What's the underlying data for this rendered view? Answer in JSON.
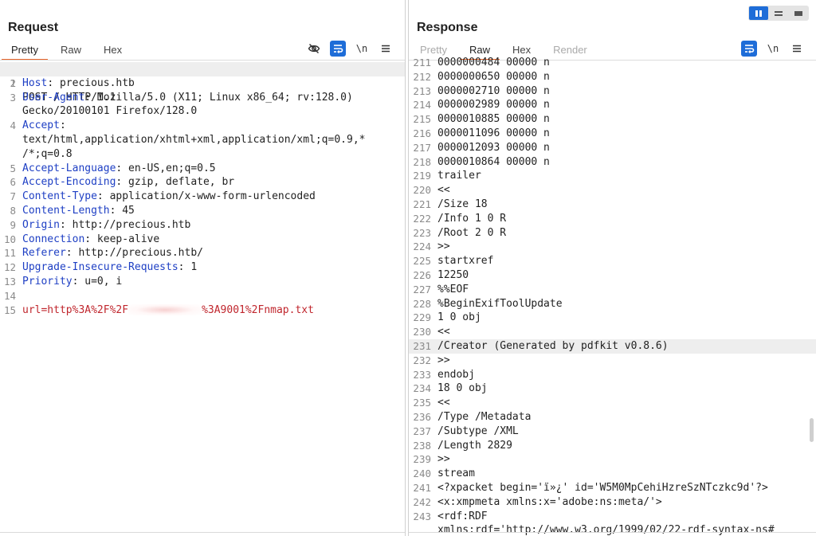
{
  "request": {
    "title": "Request",
    "tabs": [
      {
        "label": "Pretty",
        "active": true
      },
      {
        "label": "Raw",
        "active": false
      },
      {
        "label": "Hex",
        "active": false
      }
    ],
    "toolbar": {
      "hide_icon": "eye-off-icon",
      "wrap_icon": "wrap-lines-icon",
      "newline_label": "\\n",
      "menu_icon": "hamburger-menu-icon"
    },
    "lines": [
      {
        "n": "1",
        "text": "POST / HTTP/1.1"
      },
      {
        "n": "2",
        "key": "Host",
        "val": ": precious.htb"
      },
      {
        "n": "3",
        "key": "User-Agent",
        "val": ": Mozilla/5.0 (X11; Linux x86_64; rv:128.0)"
      },
      {
        "n": "",
        "text": "Gecko/20100101 Firefox/128.0"
      },
      {
        "n": "4",
        "key": "Accept",
        "val": ":"
      },
      {
        "n": "",
        "text": "text/html,application/xhtml+xml,application/xml;q=0.9,*"
      },
      {
        "n": "",
        "text": "/*;q=0.8"
      },
      {
        "n": "5",
        "key": "Accept-Language",
        "val": ": en-US,en;q=0.5"
      },
      {
        "n": "6",
        "key": "Accept-Encoding",
        "val": ": gzip, deflate, br"
      },
      {
        "n": "7",
        "key": "Content-Type",
        "val": ": application/x-www-form-urlencoded"
      },
      {
        "n": "8",
        "key": "Content-Length",
        "val": ": 45"
      },
      {
        "n": "9",
        "key": "Origin",
        "val": ": http://precious.htb"
      },
      {
        "n": "10",
        "key": "Connection",
        "val": ": keep-alive"
      },
      {
        "n": "11",
        "key": "Referer",
        "val": ": http://precious.htb/"
      },
      {
        "n": "12",
        "key": "Upgrade-Insecure-Requests",
        "val": ": 1"
      },
      {
        "n": "13",
        "key": "Priority",
        "val": ": u=0, i"
      },
      {
        "n": "14",
        "text": ""
      },
      {
        "n": "15",
        "body": true,
        "a": "url=http%3A%2F%2F",
        "b": "%3A9001%2Fnmap.txt"
      }
    ]
  },
  "response": {
    "title": "Response",
    "tabs": [
      {
        "label": "Pretty",
        "active": false,
        "disabled": true
      },
      {
        "label": "Raw",
        "active": true
      },
      {
        "label": "Hex",
        "active": false
      },
      {
        "label": "Render",
        "active": false,
        "disabled": true
      }
    ],
    "toolbar": {
      "wrap_icon": "wrap-lines-icon",
      "newline_label": "\\n",
      "menu_icon": "hamburger-menu-icon"
    },
    "layout_buttons": [
      "split-horizontal-icon",
      "split-vertical-icon",
      "single-pane-icon"
    ],
    "lines": [
      {
        "n": "211",
        "text": "0000000484 00000 n"
      },
      {
        "n": "212",
        "text": "0000000650 00000 n"
      },
      {
        "n": "213",
        "text": "0000002710 00000 n"
      },
      {
        "n": "214",
        "text": "0000002989 00000 n"
      },
      {
        "n": "215",
        "text": "0000010885 00000 n"
      },
      {
        "n": "216",
        "text": "0000011096 00000 n"
      },
      {
        "n": "217",
        "text": "0000012093 00000 n"
      },
      {
        "n": "218",
        "text": "0000010864 00000 n"
      },
      {
        "n": "219",
        "text": "trailer"
      },
      {
        "n": "220",
        "text": "<<"
      },
      {
        "n": "221",
        "text": "/Size 18"
      },
      {
        "n": "222",
        "text": "/Info 1 0 R"
      },
      {
        "n": "223",
        "text": "/Root 2 0 R"
      },
      {
        "n": "224",
        "text": ">>"
      },
      {
        "n": "225",
        "text": "startxref"
      },
      {
        "n": "226",
        "text": "12250"
      },
      {
        "n": "227",
        "text": "%%EOF"
      },
      {
        "n": "228",
        "text": "%BeginExifToolUpdate"
      },
      {
        "n": "229",
        "text": "1 0 obj"
      },
      {
        "n": "230",
        "text": "<<"
      },
      {
        "n": "231",
        "text": "/Creator (Generated by pdfkit v0.8.6)",
        "highlight": true
      },
      {
        "n": "232",
        "text": ">>"
      },
      {
        "n": "233",
        "text": "endobj"
      },
      {
        "n": "234",
        "text": "18 0 obj"
      },
      {
        "n": "235",
        "text": "<<"
      },
      {
        "n": "236",
        "text": "/Type /Metadata"
      },
      {
        "n": "237",
        "text": "/Subtype /XML"
      },
      {
        "n": "238",
        "text": "/Length 2829"
      },
      {
        "n": "239",
        "text": ">>"
      },
      {
        "n": "240",
        "text": "stream"
      },
      {
        "n": "241",
        "text": "<?xpacket begin='ï»¿' id='W5M0MpCehiHzreSzNTczkc9d'?>"
      },
      {
        "n": "242",
        "text": "<x:xmpmeta xmlns:x='adobe:ns:meta/'>"
      },
      {
        "n": "243",
        "text": "<rdf:RDF"
      },
      {
        "n": "",
        "text": "xmlns:rdf='http://www.w3.org/1999/02/22-rdf-syntax-ns#"
      }
    ]
  }
}
